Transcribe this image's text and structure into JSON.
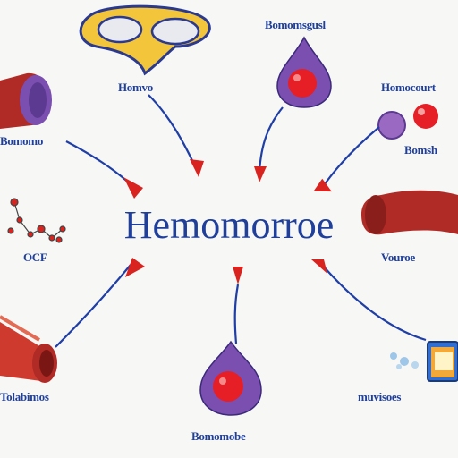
{
  "center_title": "Hemomorroe",
  "labels": {
    "top_right": "Bomomsgusl",
    "top_mid": "Homvo",
    "right_upper": "Homocourt",
    "left_upper": "Bomomo",
    "right_small": "Bomsh",
    "left_mid": "OCF",
    "right_mid": "Vouroe",
    "left_bottom": "Tolabimos",
    "right_bottom": "muvisoes",
    "bottom": "Bomomobe"
  },
  "colors": {
    "text": "#1f3f9a",
    "arrow_line": "#1f3fa6",
    "arrow_head": "#d8231f",
    "vessel": "#b02a26",
    "cell_red": "#e51f25",
    "cell_purple": "#7b4fb0",
    "platelet_yellow": "#f2c53a"
  }
}
